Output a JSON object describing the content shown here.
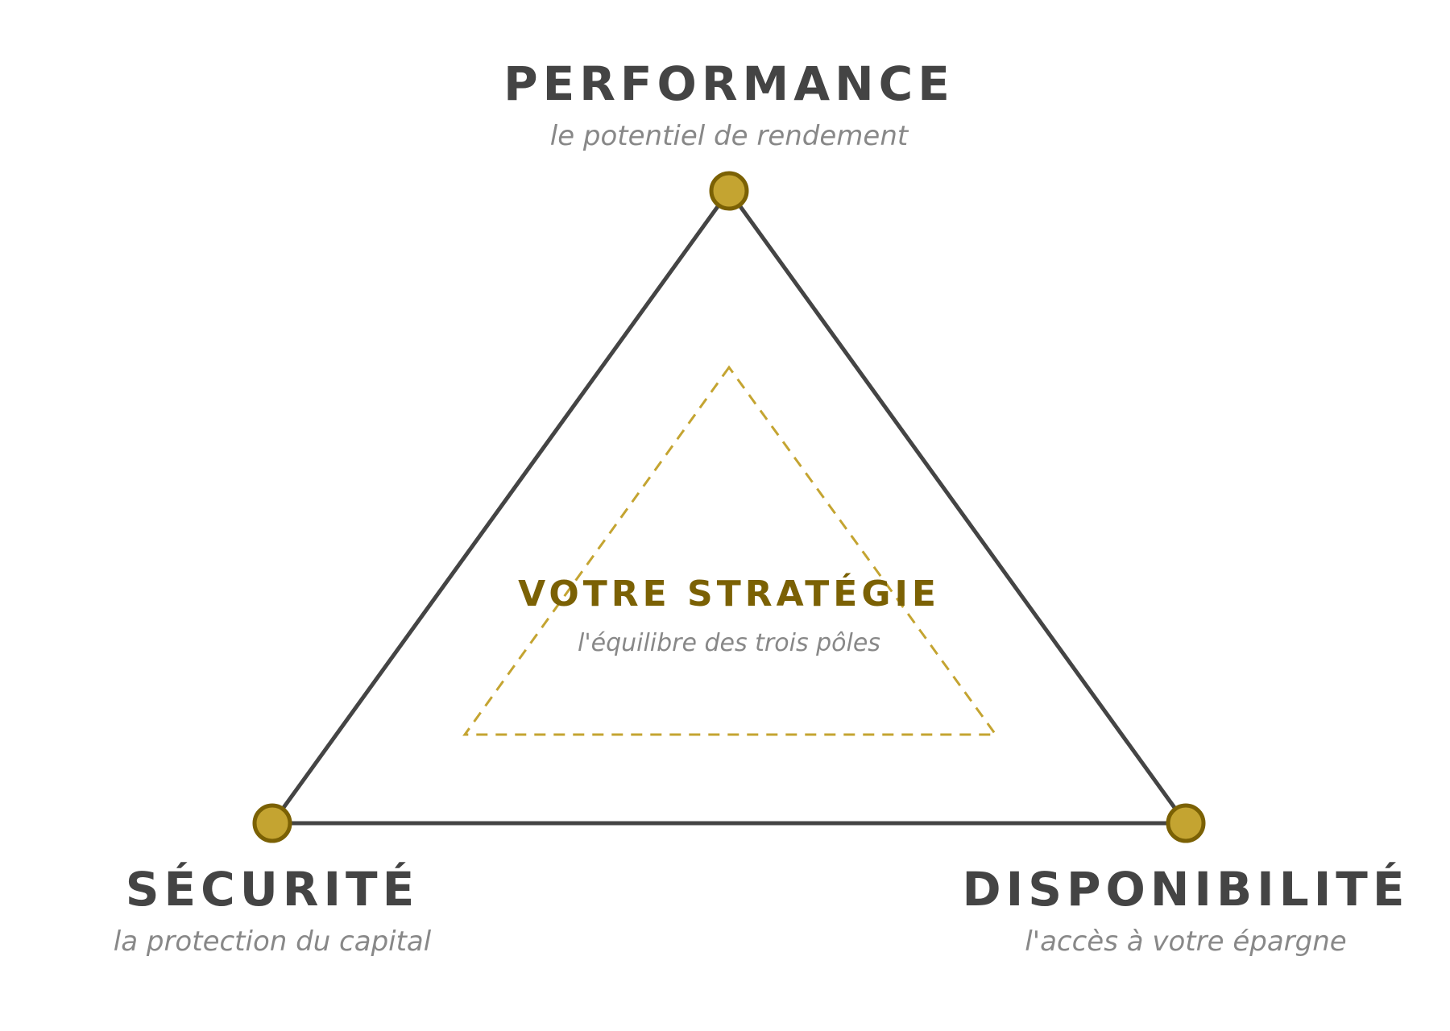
{
  "colors": {
    "outline": "#444444",
    "accent": "#c4a431",
    "accent_dark": "#7b6104",
    "subtitle": "#888888"
  },
  "poles": {
    "top": {
      "title": "PERFORMANCE",
      "subtitle": "le potentiel de rendement"
    },
    "bottom_left": {
      "title": "SÉCURITÉ",
      "subtitle": "la protection du capital"
    },
    "bottom_right": {
      "title": "DISPONIBILITÉ",
      "subtitle": "l'accès à votre épargne"
    }
  },
  "center": {
    "title": "VOTRE STRATÉGIE",
    "subtitle": "l'équilibre des trois pôles"
  }
}
